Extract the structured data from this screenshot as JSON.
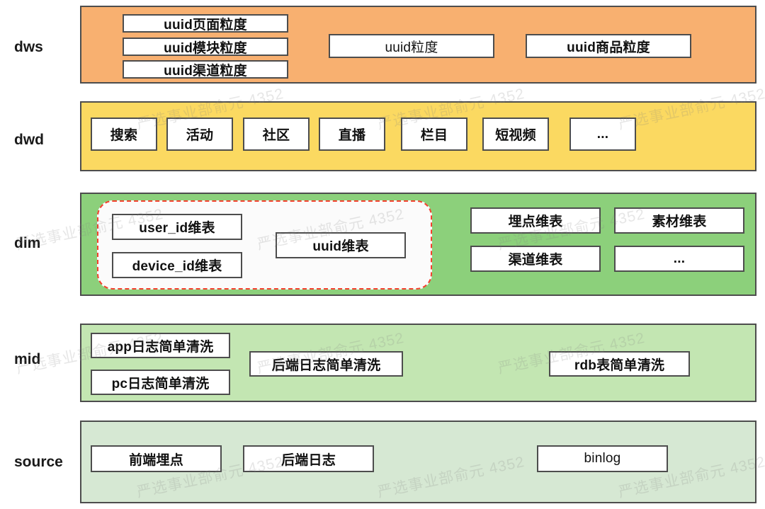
{
  "diagram": {
    "title": "data-warehouse-layer-architecture",
    "watermark_text": "严选事业部俞元 4352",
    "colors": {
      "dws": "#f8b070",
      "dwd": "#fbd961",
      "dim": "#8cd07b",
      "mid": "#c3e6b2",
      "source": "#d6e8d3",
      "node_fill": "#ffffff",
      "node_border": "#4d4d4d",
      "highlight_dashed": "#f4402e"
    },
    "layers": [
      {
        "key": "dws",
        "label": "dws",
        "nodes": [
          {
            "label": "uuid页面粒度"
          },
          {
            "label": "uuid模块粒度"
          },
          {
            "label": "uuid渠道粒度"
          },
          {
            "label": "uuid粒度"
          },
          {
            "label": "uuid商品粒度"
          }
        ]
      },
      {
        "key": "dwd",
        "label": "dwd",
        "nodes": [
          {
            "label": "搜索"
          },
          {
            "label": "活动"
          },
          {
            "label": "社区"
          },
          {
            "label": "直播"
          },
          {
            "label": "栏目"
          },
          {
            "label": "短视频"
          },
          {
            "label": "..."
          }
        ]
      },
      {
        "key": "dim",
        "label": "dim",
        "highlight_group": [
          {
            "label": "user_id维表"
          },
          {
            "label": "device_id维表"
          },
          {
            "label": "uuid维表"
          }
        ],
        "nodes": [
          {
            "label": "埋点维表"
          },
          {
            "label": "素材维表"
          },
          {
            "label": "渠道维表"
          },
          {
            "label": "..."
          }
        ]
      },
      {
        "key": "mid",
        "label": "mid",
        "nodes": [
          {
            "label": "app日志简单清洗"
          },
          {
            "label": "pc日志简单清洗"
          },
          {
            "label": "后端日志简单清洗"
          },
          {
            "label": "rdb表简单清洗"
          }
        ]
      },
      {
        "key": "source",
        "label": "source",
        "nodes": [
          {
            "label": "前端埋点"
          },
          {
            "label": "后端日志"
          },
          {
            "label": "binlog"
          }
        ]
      }
    ]
  }
}
